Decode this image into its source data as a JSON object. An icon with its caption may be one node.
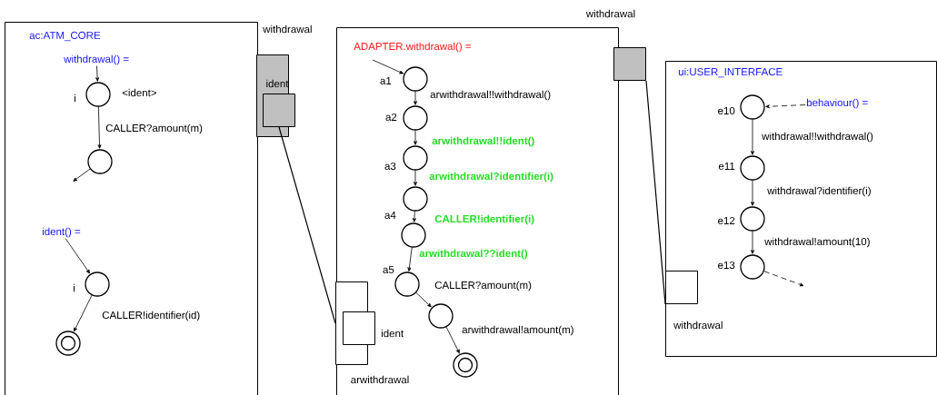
{
  "diagram": {
    "nodes": [
      {
        "text": [
          "ac:ATM_CORE"
        ]
      },
      {
        "text": [
          "withdrawal"
        ]
      },
      {
        "text": [
          "ident"
        ],
        "in": 1
      },
      {
        "text": [],
        "shape": "circle",
        "beside": [
          "i",
          "<ident>"
        ],
        "in": 0
      },
      {
        "text": [],
        "shape": "circle",
        "in": 0
      },
      {
        "text": [],
        "shape": "circle",
        "beside": [
          "i"
        ],
        "in": 0
      },
      {
        "text": [],
        "shape": "bullseye",
        "in": 0
      },
      {
        "text": [
          "ADAPTER.withdrawal() ="
        ]
      },
      {
        "text": [
          "withdrawal"
        ]
      },
      {
        "text": [
          "arwithdrawal"
        ],
        "in": 7
      },
      {
        "text": [
          "ident"
        ],
        "in": 9
      },
      {
        "text": [],
        "shape": "circle",
        "beside": [
          "a1"
        ],
        "in": 7
      },
      {
        "text": [],
        "shape": "circle",
        "beside": [
          "a2"
        ],
        "in": 7
      },
      {
        "text": [],
        "shape": "circle",
        "beside": [
          "a3"
        ],
        "in": 7
      },
      {
        "text": [],
        "shape": "circle",
        "in": 7
      },
      {
        "text": [],
        "shape": "circle",
        "beside": [
          "a4"
        ],
        "in": 7
      },
      {
        "text": [],
        "shape": "circle",
        "beside": [
          "a5"
        ],
        "in": 7
      },
      {
        "text": [],
        "shape": "circle",
        "in": 7
      },
      {
        "text": [],
        "shape": "bullseye",
        "in": 7
      },
      {
        "text": [
          "ui:USER_INTERFACE"
        ]
      },
      {
        "text": [
          "withdrawal"
        ],
        "in": 19
      },
      {
        "text": [],
        "shape": "circle",
        "beside": [
          "e10"
        ],
        "in": 19
      },
      {
        "text": [],
        "shape": "circle",
        "beside": [
          "e11"
        ],
        "in": 19
      },
      {
        "text": [],
        "shape": "circle",
        "beside": [
          "e12"
        ],
        "in": 19
      },
      {
        "text": [],
        "shape": "circle",
        "beside": [
          "e13"
        ],
        "in": 19
      },
      {
        "text": [
          "withdrawal() ="
        ],
        "in": 0
      },
      {
        "text": [
          "ident() ="
        ],
        "in": 0
      },
      {
        "text": [
          "behaviour() ="
        ],
        "in": 19
      }
    ],
    "edges": [
      {
        "from": 25,
        "to": 3,
        "arrow": "to"
      },
      {
        "from": 3,
        "to": 4,
        "arrow": "to",
        "label": "CALLER?amount(m)"
      },
      {
        "from": 4,
        "to": null,
        "arrow": "to"
      },
      {
        "from": 26,
        "to": 5,
        "arrow": "to"
      },
      {
        "from": 5,
        "to": 6,
        "arrow": "to",
        "label": "CALLER!identifier(id)"
      },
      {
        "from": 2,
        "to": 9,
        "arrow": "none"
      },
      {
        "from": null,
        "to": 11,
        "arrow": "to"
      },
      {
        "from": 11,
        "to": 12,
        "arrow": "to",
        "label": "arwithdrawal!!withdrawal()"
      },
      {
        "from": 12,
        "to": 13,
        "arrow": "to",
        "label": "arwithdrawal!!ident()"
      },
      {
        "from": 13,
        "to": 14,
        "arrow": "to",
        "label": "arwithdrawal?identifier(i)"
      },
      {
        "from": 14,
        "to": 15,
        "arrow": "to",
        "label": "CALLER!identifier(i)"
      },
      {
        "from": 15,
        "to": 16,
        "arrow": "to",
        "label": "arwithdrawal??ident()"
      },
      {
        "from": 16,
        "to": 17,
        "arrow": "to",
        "label": "CALLER?amount(m)"
      },
      {
        "from": 17,
        "to": 18,
        "arrow": "to",
        "label": "arwithdrawal!amount(m)"
      },
      {
        "from": 8,
        "to": 20,
        "arrow": "none"
      },
      {
        "from": 27,
        "to": 21,
        "arrow": "to",
        "style": "dashed"
      },
      {
        "from": 21,
        "to": 22,
        "arrow": "to",
        "label": "withdrawal!!withdrawal()"
      },
      {
        "from": 22,
        "to": 23,
        "arrow": "to",
        "label": "withdrawal?identifier(i)"
      },
      {
        "from": 23,
        "to": 24,
        "arrow": "to",
        "label": "withdrawal!amount(10)"
      },
      {
        "from": 24,
        "to": null,
        "arrow": "to",
        "style": "dashed"
      }
    ]
  }
}
